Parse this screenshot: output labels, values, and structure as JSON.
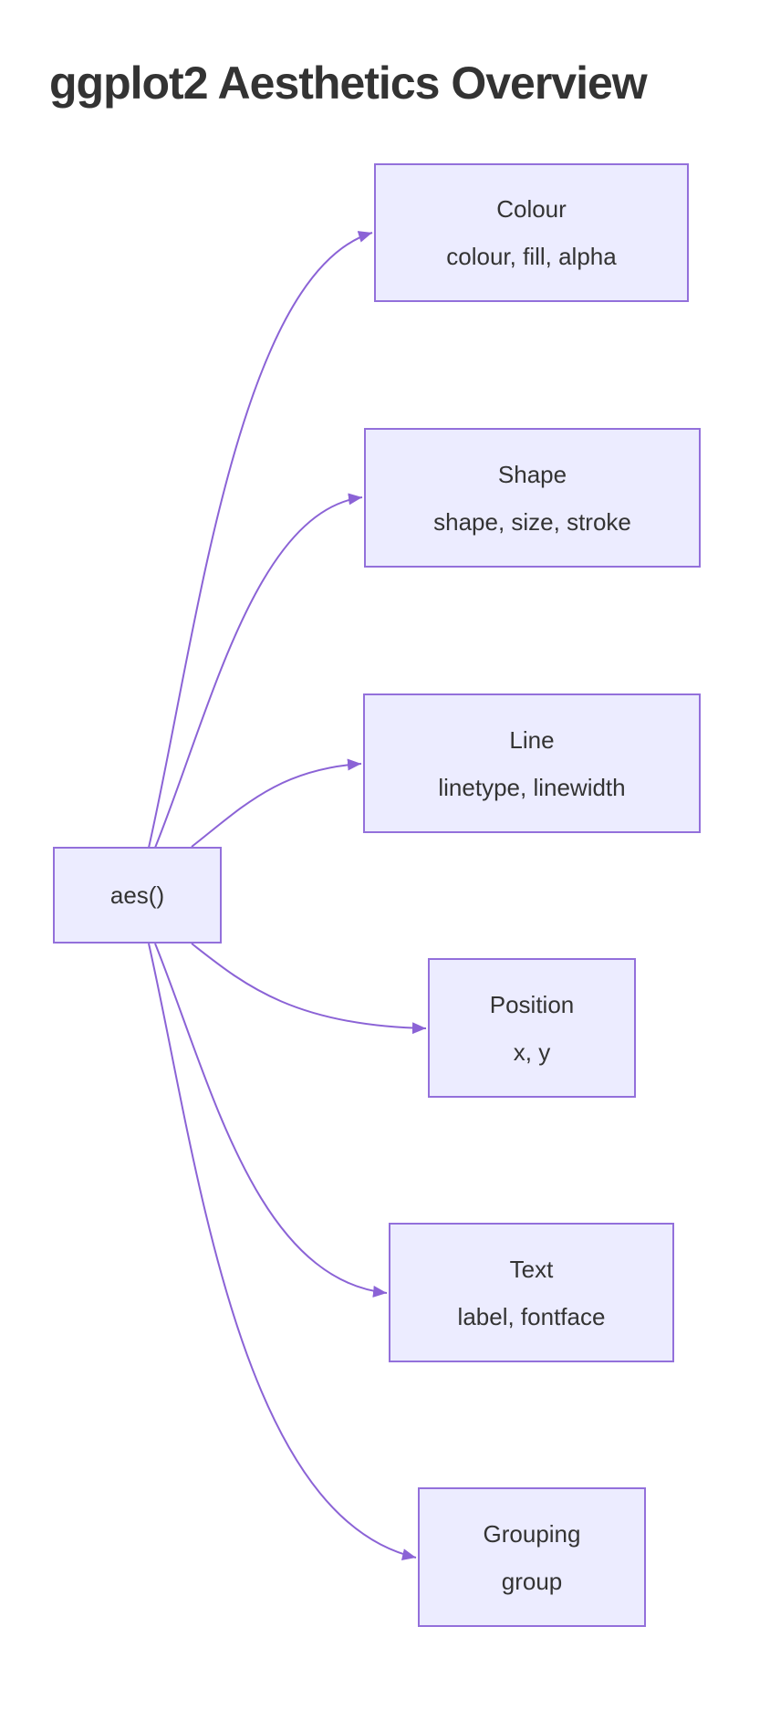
{
  "title": "ggplot2 Aesthetics Overview",
  "root": {
    "id": "aes",
    "label": "aes()"
  },
  "nodes": [
    {
      "id": "colour",
      "title": "Colour",
      "subtitle": "colour, fill, alpha"
    },
    {
      "id": "shape",
      "title": "Shape",
      "subtitle": "shape, size, stroke"
    },
    {
      "id": "line",
      "title": "Line",
      "subtitle": "linetype, linewidth"
    },
    {
      "id": "position",
      "title": "Position",
      "subtitle": "x, y"
    },
    {
      "id": "text",
      "title": "Text",
      "subtitle": "label, fontface"
    },
    {
      "id": "grouping",
      "title": "Grouping",
      "subtitle": "group"
    }
  ],
  "edges": [
    {
      "from": "aes",
      "to": "colour"
    },
    {
      "from": "aes",
      "to": "shape"
    },
    {
      "from": "aes",
      "to": "line"
    },
    {
      "from": "aes",
      "to": "position"
    },
    {
      "from": "aes",
      "to": "text"
    },
    {
      "from": "aes",
      "to": "grouping"
    }
  ],
  "colors": {
    "node_fill": "#ECECFF",
    "node_border": "#9370DB",
    "edge": "#8B63D6",
    "text": "#333333",
    "title_color": "#333333"
  }
}
